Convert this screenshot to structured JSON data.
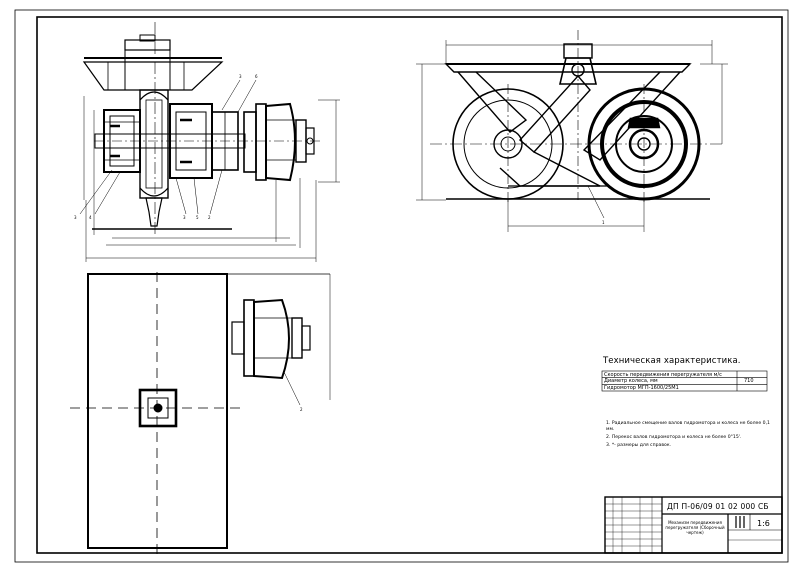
{
  "drawing": {
    "tech_spec": {
      "title": "Техническая характеристика.",
      "rows": [
        {
          "label": "Скорость передвижения перегружателя м/с",
          "value": ""
        },
        {
          "label": "Диаметр колеса, мм",
          "value": "710"
        },
        {
          "label": "Гидромотор   МГП-1600/25М1",
          "value": ""
        }
      ]
    },
    "notes": [
      "1. Радиальное смещение валов гидромотора и колеса не более 0,1 мм.",
      "2. Перекос валов гидромотора и колеса не более 0°15'.",
      "3. *- размеры для справок."
    ],
    "title_block": {
      "code": "ДП П-06/09 01 02 000 СБ",
      "name": "Механизм передвижения перегружателя (Сборочный чертеж)",
      "sheet_value": "1:6"
    },
    "leaders": {
      "front_left": [
        "3",
        "4"
      ],
      "front_bottom": [
        "3",
        "5",
        "2"
      ],
      "front_top": [
        "3",
        "6"
      ],
      "side": [
        "1"
      ],
      "plan": [
        "2"
      ]
    }
  }
}
